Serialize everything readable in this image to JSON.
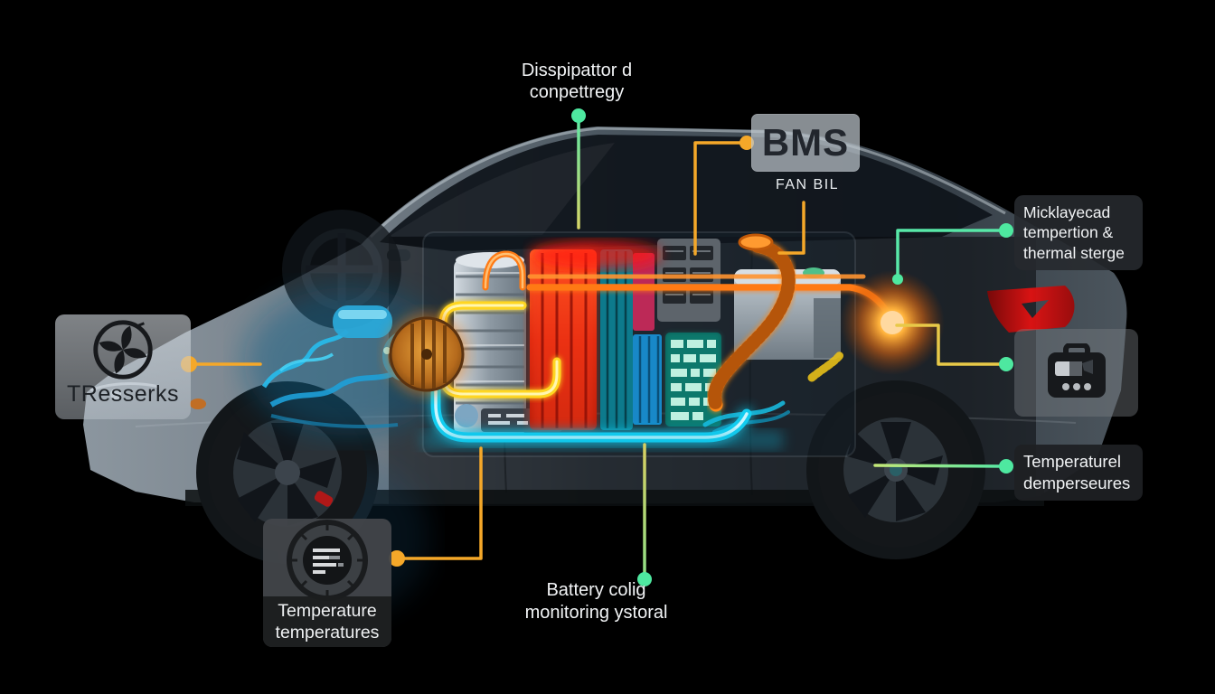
{
  "callouts": {
    "dissipator": {
      "lines": [
        "Disspipattor d",
        "conpettregy"
      ]
    },
    "bms": {
      "label": "BMS",
      "sublabel": "FAN BIL"
    },
    "thermal": {
      "lines": [
        "Micklayecad",
        "tempertion &",
        "thermal sterge"
      ]
    },
    "brand": {
      "label": "TResserks"
    },
    "sensors": {
      "lines": [
        "Temperaturel",
        "demperseures"
      ]
    },
    "gauge": {
      "lines": [
        "Temperature",
        "temperatures"
      ]
    },
    "monitoring": {
      "lines": [
        "Battery colig",
        "monitoring ystoral"
      ]
    }
  },
  "icons": {
    "brand_logo": "propeller-circle-icon",
    "device": "handheld-device-icon",
    "gauge": "circular-gauge-icon"
  },
  "colors": {
    "connector_orange": "#f5a829",
    "connector_green": "#55e8a5",
    "connector_yellow": "#e8c948",
    "tube_orange": "#ff7a14",
    "tube_yellow": "#ffd621",
    "tube_cyan": "#12cdf0",
    "glow_orange": "#ff9d2e",
    "tail_light_red": "#d81414",
    "bms_box_text": "#22262d",
    "label_text": "#f2f4f6"
  }
}
